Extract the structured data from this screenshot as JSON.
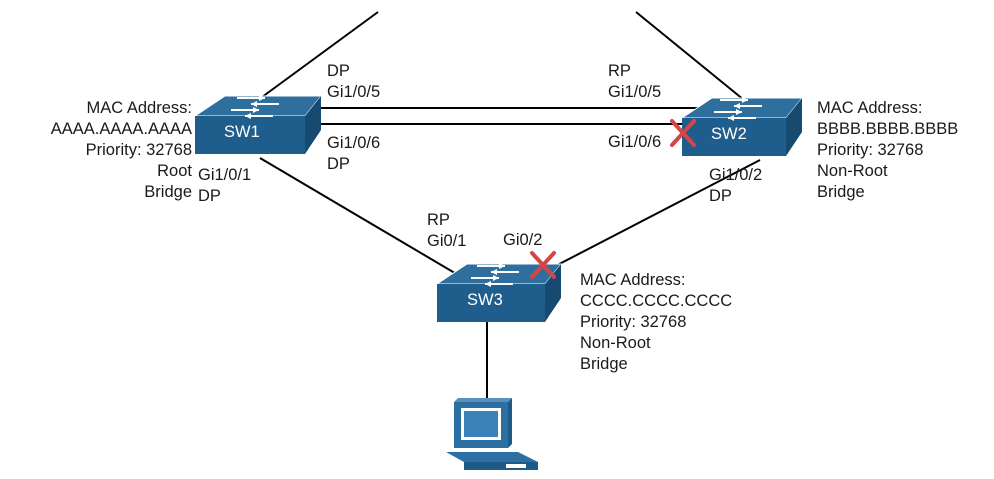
{
  "colors": {
    "switch_top": "#2f6f9e",
    "switch_front": "#1f5e8c",
    "switch_side": "#174a70",
    "link": "#000000",
    "blocked_x": "#d64545",
    "monitor": "#2b6fa3"
  },
  "switches": {
    "sw1": {
      "name": "SW1",
      "mac_label": "MAC Address:",
      "mac": "AAAA.AAAA.AAAA",
      "priority": "Priority: 32768",
      "role_line1": "Root",
      "role_line2": "Bridge"
    },
    "sw2": {
      "name": "SW2",
      "mac_label": "MAC Address:",
      "mac": "BBBB.BBBB.BBBB",
      "priority": "Priority: 32768",
      "role_line1": "Non-Root",
      "role_line2": "Bridge"
    },
    "sw3": {
      "name": "SW3",
      "mac_label": "MAC Address:",
      "mac": "CCCC.CCCC.CCCC",
      "priority": "Priority: 32768",
      "role_line1": "Non-Root",
      "role_line2": "Bridge"
    }
  },
  "ports": {
    "sw1_gi105": {
      "role": "DP",
      "port": "Gi1/0/5"
    },
    "sw1_gi106": {
      "port": "Gi1/0/6",
      "role": "DP"
    },
    "sw1_gi101": {
      "port": "Gi1/0/1",
      "role": "DP"
    },
    "sw2_gi105": {
      "role": "RP",
      "port": "Gi1/0/5"
    },
    "sw2_gi106": {
      "port": "Gi1/0/6"
    },
    "sw2_gi102": {
      "port": "Gi1/0/2",
      "role": "DP"
    },
    "sw3_gi01": {
      "role": "RP",
      "port": "Gi0/1"
    },
    "sw3_gi02": {
      "port": "Gi0/2"
    }
  },
  "blocked_ports": [
    "sw2_gi106",
    "sw3_gi02"
  ],
  "icons": [
    "switch-icon",
    "pc-icon",
    "blocked-port-icon"
  ]
}
